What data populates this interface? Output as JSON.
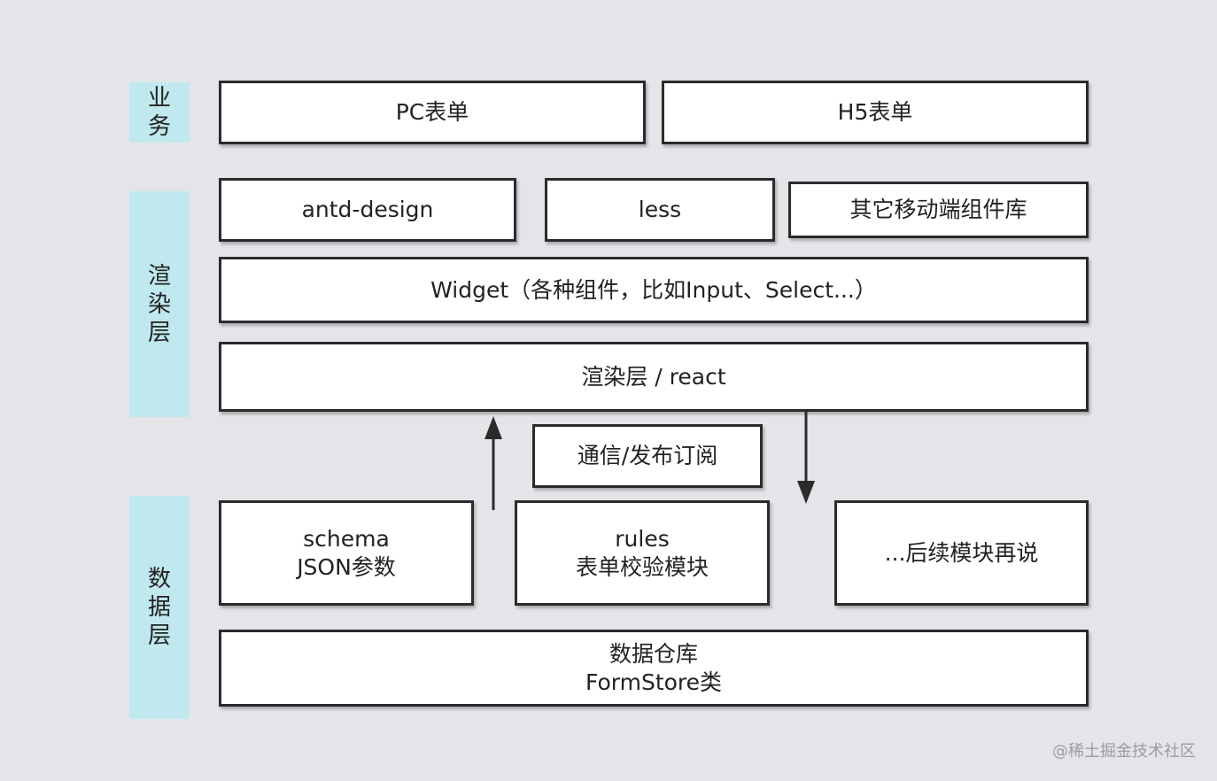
{
  "layers": {
    "business": [
      "业",
      "务"
    ],
    "render": [
      "渲",
      "染",
      "层"
    ],
    "data": [
      "数",
      "据",
      "层"
    ]
  },
  "boxes": {
    "pc_form": "PC表单",
    "h5_form": "H5表单",
    "antd": "antd-design",
    "less": "less",
    "other_mobile": "其它移动端组件库",
    "widget": "Widget（各种组件，比如Input、Select...）",
    "render_react": "渲染层 / react",
    "pubsub": "通信/发布订阅",
    "schema": [
      "schema",
      "JSON参数"
    ],
    "rules": [
      "rules",
      "表单校验模块"
    ],
    "later": "...后续模块再说",
    "store": [
      "数据仓库",
      "FormStore类"
    ]
  },
  "watermark": "@稀土掘金技术社区"
}
